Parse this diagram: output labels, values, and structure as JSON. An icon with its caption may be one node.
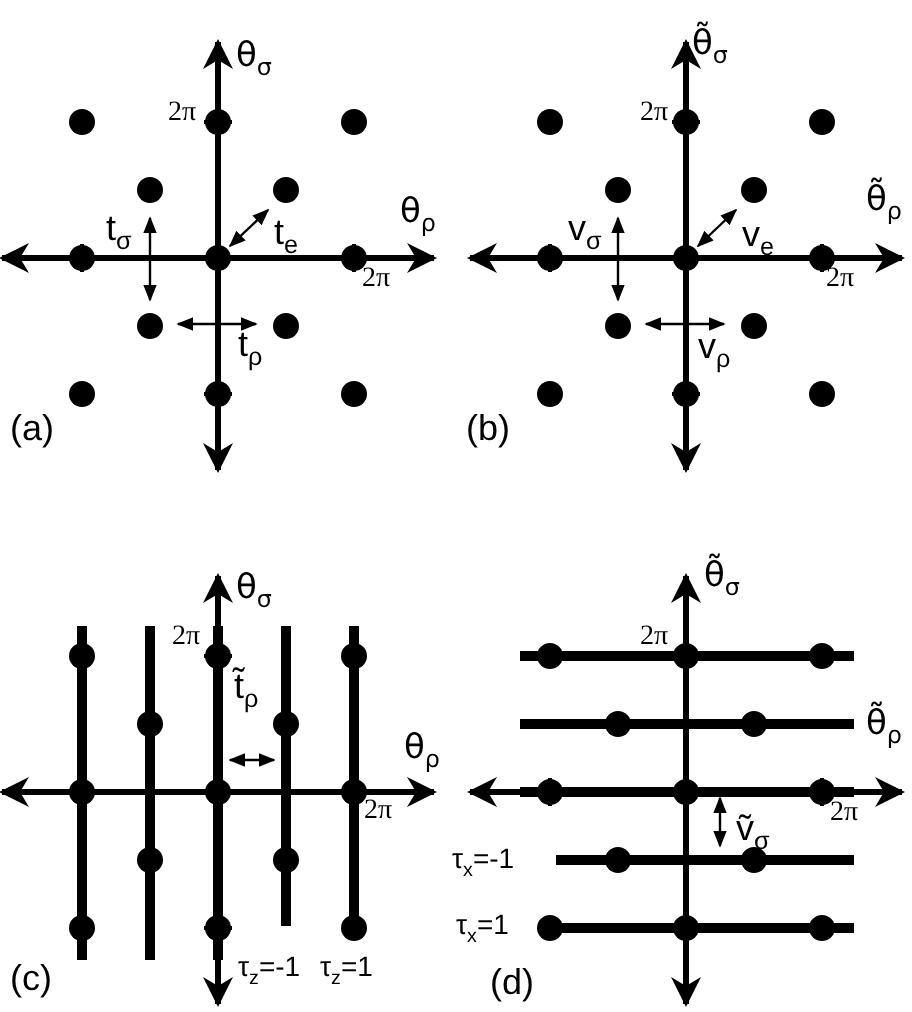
{
  "diagram": {
    "labels": [
      "θ$_{σ}$",
      "2π",
      "θ$_{ρ}$",
      "t$_{σ}$",
      "t$_{e}$",
      "2π",
      "t$_{ρ}$",
      "(a)",
      "θ̃$_{σ}$",
      "2π",
      "θ̃$_{ρ}$",
      "v$_{σ}$",
      "v$_{e}$",
      "2π",
      "v$_{ρ}$",
      "(b)",
      "θ$_{σ}$",
      "2π",
      "t̃$_{ρ}$",
      "θ$_{ρ}$",
      "2π",
      "(c)",
      "τ$_{z}$=-1",
      "τ$_{z}$=1",
      "θ̃$_{σ}$",
      "2π",
      "θ̃$_{ρ}$",
      "2π",
      "ṽ$_{σ}$",
      "τ$_{x}$=-1",
      "τ$_{x}$=1",
      "(d)"
    ]
  }
}
